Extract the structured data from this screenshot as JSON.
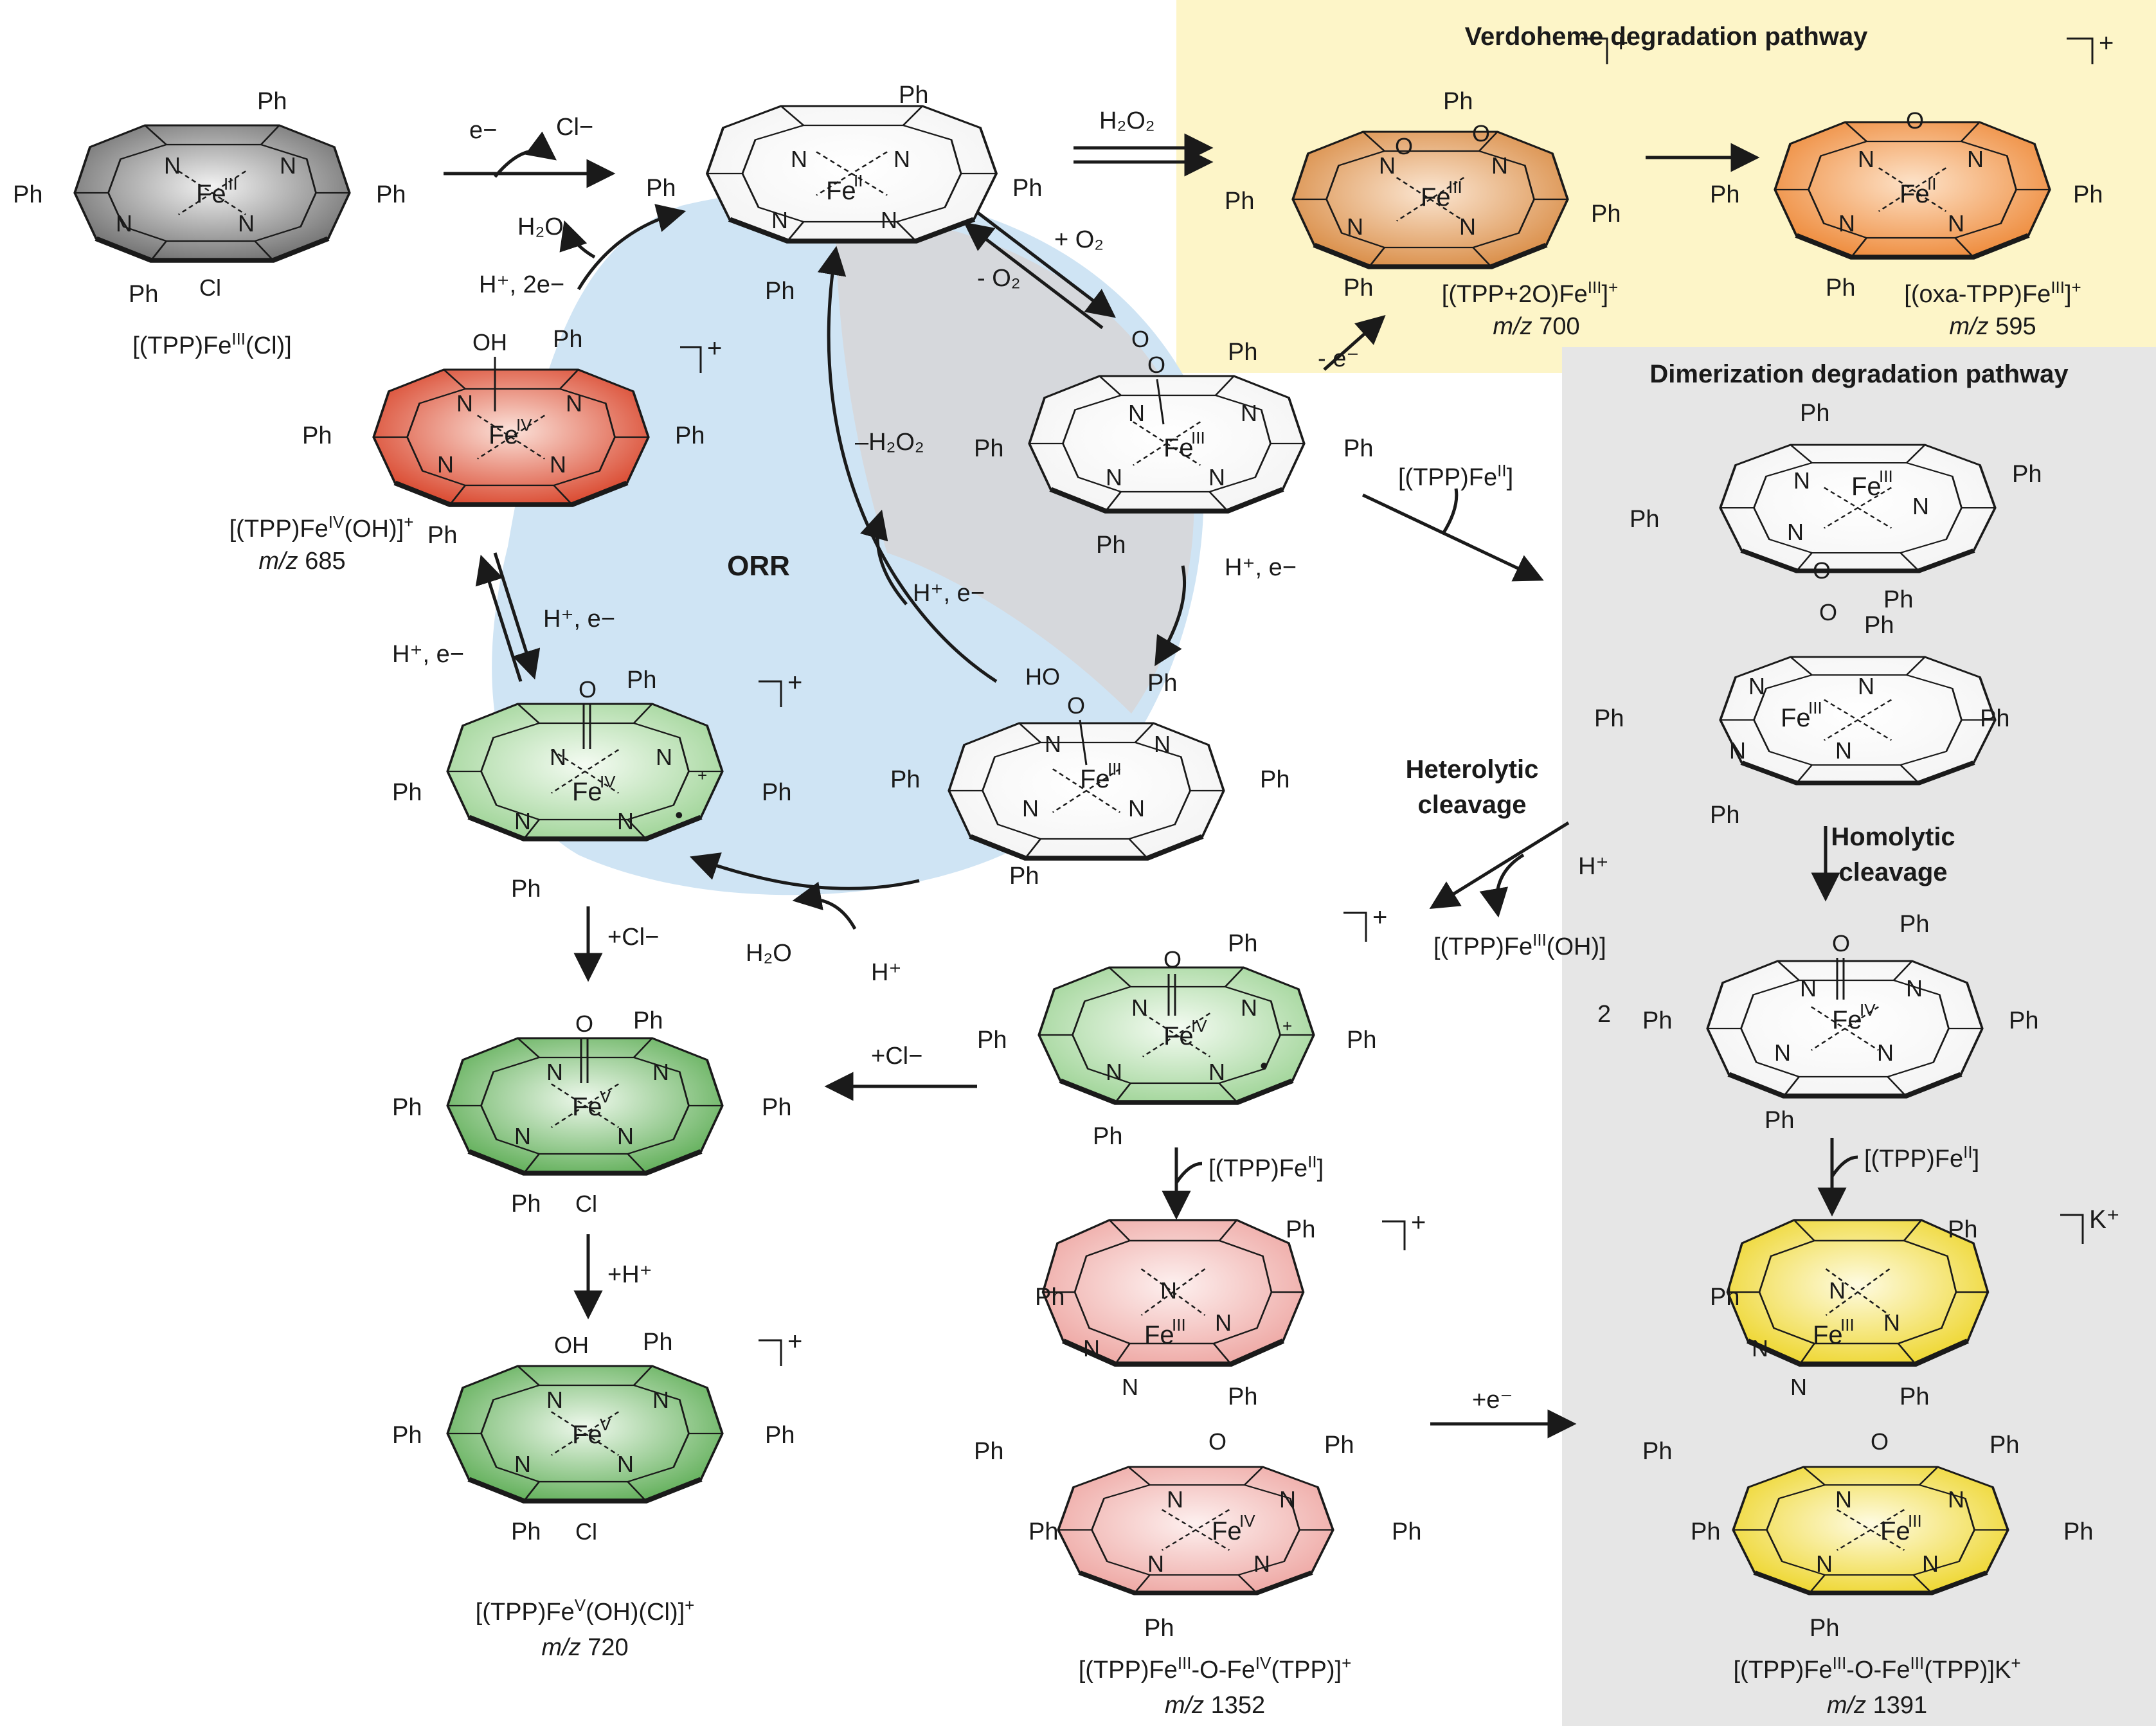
{
  "colors": {
    "orr_region": "#cfe4f4",
    "orr_grey": "#d6d8dc",
    "verdoheme_panel": "#fdf5c8",
    "dimer_panel": "#e6e6e6",
    "grey_ring": "#9a9a9a",
    "red_ring": "#e2573a",
    "green_ring": "#8fcf8a",
    "orange_ring": "#e9a35c",
    "pink_ring": "#f2b3b0",
    "yellow_ring": "#f2dd4a",
    "white_ring": "#ffffff"
  },
  "headers": {
    "verdoheme": "Verdoheme degradation pathway",
    "dimerization": "Dimerization degradation pathway",
    "orr": "ORR"
  },
  "common": {
    "ph": "Ph",
    "n": "N",
    "fe": "Fe",
    "o": "O",
    "oh": "OH",
    "cl": "Cl",
    "hoo": "HO",
    "plus": "+",
    "radical": "•",
    "two": "2"
  },
  "species": {
    "s1": {
      "ox": "III",
      "caption": "[(TPP)Fe",
      "caption_sup": "III",
      "caption_end": "(Cl)]"
    },
    "s2": {
      "ox": "II"
    },
    "s3": {
      "ox": "IV",
      "caption": "[(TPP)Fe",
      "caption_sup": "IV",
      "caption_end": "(OH)]",
      "caption_charge": "+",
      "mz": "685"
    },
    "s4": {
      "ox": "IV"
    },
    "s5": {
      "ox": "V"
    },
    "s6": {
      "ox": "V",
      "caption": "[(TPP)Fe",
      "caption_sup": "V",
      "caption_end": "(OH)(Cl)]",
      "caption_charge": "+",
      "mz": "720"
    },
    "s7": {
      "ox": "III"
    },
    "s8": {
      "ox": "III"
    },
    "s9": {
      "ox": "III",
      "caption": "[(TPP+2O)Fe",
      "caption_sup": "III",
      "caption_end": "]",
      "caption_charge": "+",
      "mz": "700"
    },
    "s10": {
      "ox": "II",
      "caption": "[(oxa-TPP)Fe",
      "caption_sup": "III",
      "caption_end": "]",
      "caption_charge": "+",
      "mz": "595"
    },
    "s11": {
      "ox_top": "III",
      "ox_bot": "III"
    },
    "s12": {
      "ox": "IV"
    },
    "s13": {
      "ox": "IV"
    },
    "s14": {
      "ox_top": "III",
      "ox_bot": "IV",
      "caption": "[(TPP)Fe",
      "caption_sup": "III",
      "caption_mid": "-O-Fe",
      "caption_sup2": "IV",
      "caption_end": "(TPP)]",
      "caption_charge": "+",
      "mz": "1352"
    },
    "s15": {
      "ox_top": "III",
      "ox_bot": "III",
      "caption": "[(TPP)Fe",
      "caption_sup": "III",
      "caption_mid": "-O-Fe",
      "caption_sup2": "III",
      "caption_end": "(TPP)]K",
      "caption_charge": "+",
      "mz": "1391"
    }
  },
  "mz_prefix": "m/z",
  "reagents": {
    "e_minus": "e−",
    "cl_minus": "Cl−",
    "h2o_top": "H₂O",
    "h_2e": "H⁺, 2e−",
    "h2o2": "H₂O₂",
    "plus_o2": "+ O₂",
    "minus_o2": "- O₂",
    "minus_h2o2": "–H₂O₂",
    "h_e": "H⁺, e−",
    "h_e_2": "H⁺, e−",
    "h_e_3": "H⁺, e−",
    "h_e_4": "H⁺, e−",
    "minus_e": "- e⁻",
    "tpp_fe_ii": "[(TPP)Fe",
    "tpp_fe_ii_sup": "II",
    "tpp_fe_ii_end": "]",
    "h2o_bottom": "H₂O",
    "h_plus": "H⁺",
    "plus_cl_1": "+Cl−",
    "plus_cl_2": "+Cl−",
    "plus_h": "+H⁺",
    "heterolytic": "Heterolytic",
    "cleavage": "cleavage",
    "homolytic": "Homolytic",
    "homolytic_cleavage": "cleavage",
    "h_plus_2": "H⁺",
    "tpp_fe_iii_oh": "[(TPP)Fe",
    "tpp_fe_iii_oh_sup": "III",
    "tpp_fe_iii_oh_end": "(OH)]",
    "plus_e": "+e⁻",
    "k_plus": "K⁺"
  }
}
